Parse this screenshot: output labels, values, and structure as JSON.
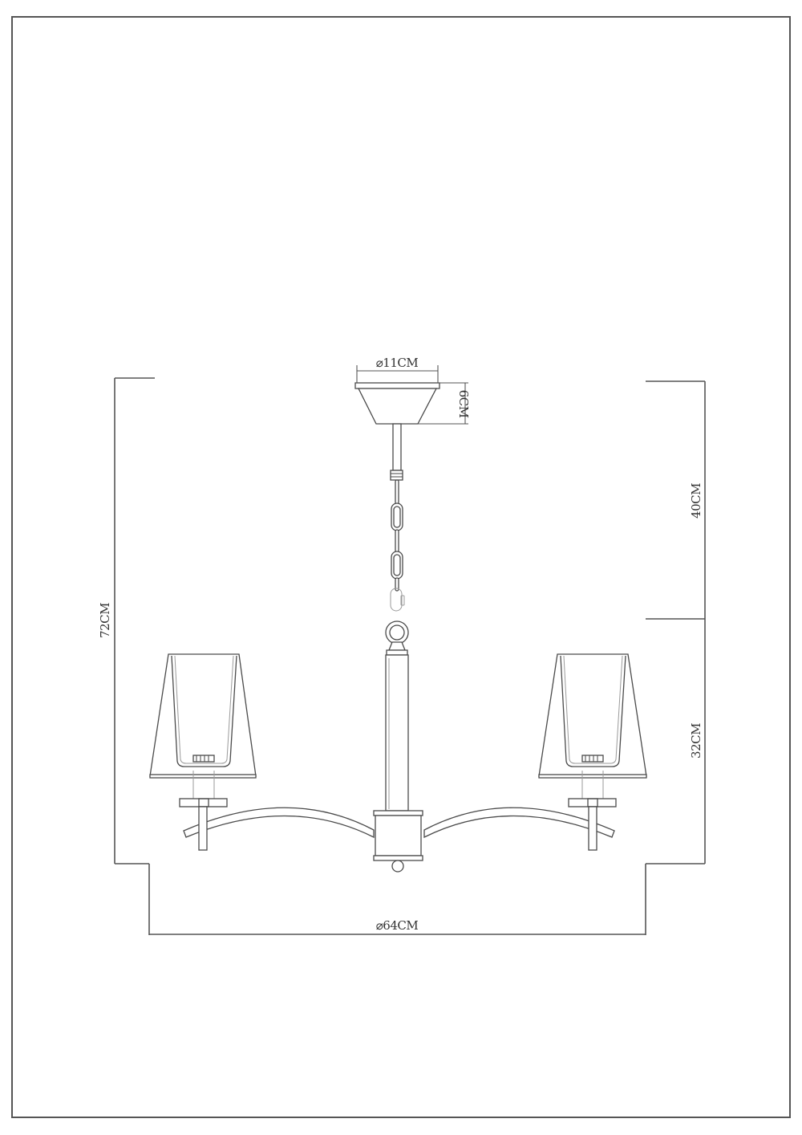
{
  "drawing": {
    "title": "Chandelier dimension drawing",
    "colors": {
      "line": "#555555",
      "text": "#333333",
      "background": "#ffffff"
    },
    "dimensions": {
      "canopy_diameter": "⌀11CM",
      "canopy_height": "6CM",
      "chain_length": "40CM",
      "body_height": "32CM",
      "total_height": "72CM",
      "overall_diameter": "⌀64CM"
    },
    "components": [
      {
        "name": "ceiling-canopy"
      },
      {
        "name": "down-rod"
      },
      {
        "name": "chain"
      },
      {
        "name": "eye-hook"
      },
      {
        "name": "center-column"
      },
      {
        "name": "hub"
      },
      {
        "name": "finial"
      },
      {
        "name": "left-arm"
      },
      {
        "name": "right-arm"
      },
      {
        "name": "left-shade"
      },
      {
        "name": "right-shade"
      }
    ]
  }
}
